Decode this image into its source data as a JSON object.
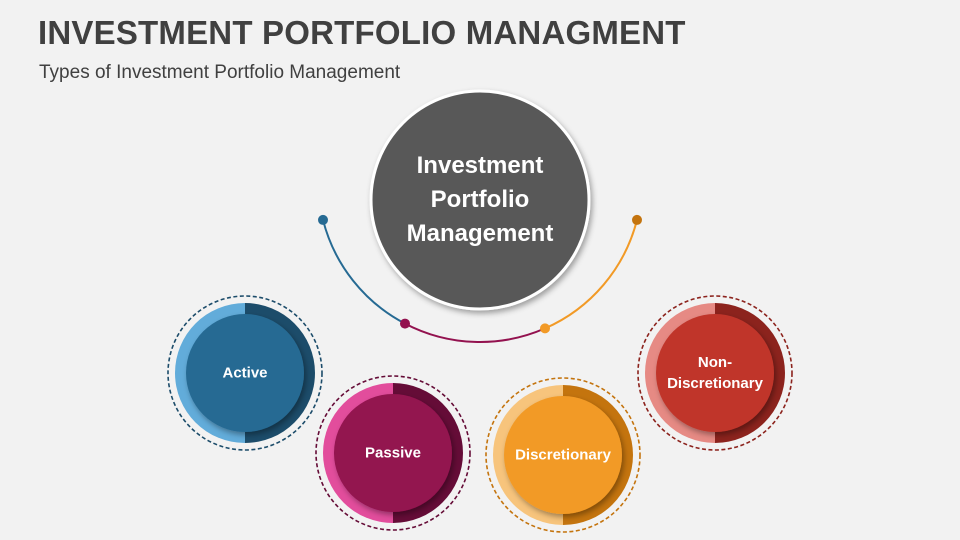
{
  "header": {
    "title": "INVESTMENT PORTFOLIO MANAGMENT",
    "subtitle": "Types of Investment Portfolio Management"
  },
  "center": {
    "label": "Investment\nPortfolio\nManagement",
    "color": "#595959"
  },
  "items": [
    {
      "label": "Active",
      "main": "#266A93",
      "light": "#62ACDA",
      "dark": "#1C4C6A"
    },
    {
      "label": "Passive",
      "main": "#93124F",
      "light": "#E24D9C",
      "dark": "#650C37"
    },
    {
      "label": "Discretionary",
      "main": "#F29A26",
      "light": "#F7C47C",
      "dark": "#C4740E"
    },
    {
      "label": "Non-\nDiscretionary",
      "main": "#C0362C",
      "light": "#E68A84",
      "dark": "#8C231D"
    }
  ]
}
